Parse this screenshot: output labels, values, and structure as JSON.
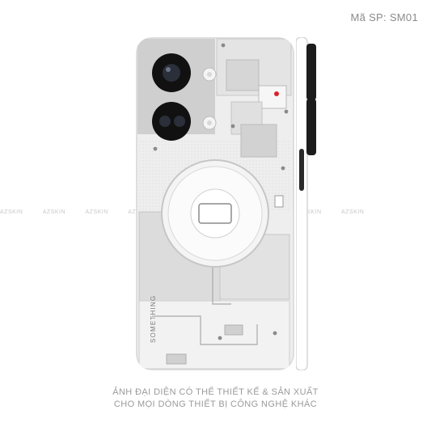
{
  "product": {
    "sku_label": "Mã SP: SM01"
  },
  "device": {
    "back_brand_text": "SOMETHING"
  },
  "watermark": {
    "text": "AZSKIN"
  },
  "caption": {
    "line1": "ẢNH ĐẠI DIỆN CÓ THỂ THIẾT KẾ & SẢN XUẤT",
    "line2": "CHO MỌI DÒNG THIẾT BỊ CÔNG NGHỆ KHÁC"
  },
  "colors": {
    "skin": "#ececec",
    "camera": "#111111",
    "accent_red": "#d8232a",
    "frame": "#dcdcdc"
  }
}
